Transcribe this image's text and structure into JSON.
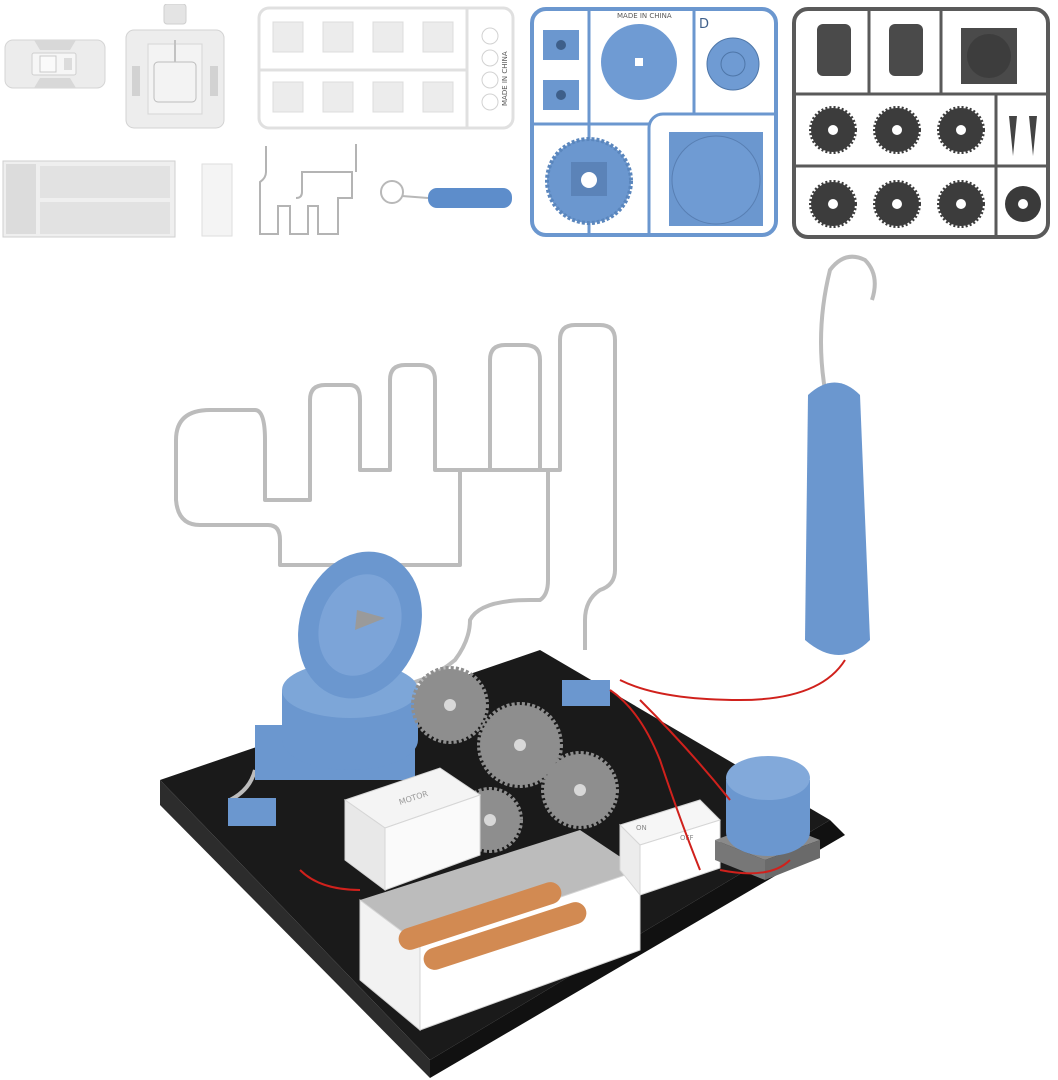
{
  "scene": {
    "subject": "Buzz wire STEM electronics kit",
    "background": "#ffffff"
  },
  "parts_row": {
    "items": [
      {
        "name": "switch-module",
        "color": "#e9e9e9"
      },
      {
        "name": "motor-module",
        "color": "#ebebeb"
      },
      {
        "name": "white-connector-sprue",
        "color": "#f0f0f0",
        "label": "MADE IN CHINA"
      },
      {
        "name": "blue-sprue",
        "color": "#5f8fcb",
        "label": "MADE IN CHINA",
        "tag": "D"
      },
      {
        "name": "gray-gear-sprue",
        "color": "#555555"
      },
      {
        "name": "battery-holder",
        "color": "#e6e6e6"
      },
      {
        "name": "small-cover",
        "color": "#f0f0f0"
      },
      {
        "name": "maze-wire",
        "color": "#bdbdbd"
      },
      {
        "name": "hook-wand",
        "color": "#5f8fcb"
      }
    ]
  },
  "assembly": {
    "base_color": "#1e1e1e",
    "accent_blue": "#6d98d0",
    "wire_color": "#b8b8b8",
    "gear_color": "#8e8e8e",
    "cable_color": "#d0211c",
    "motor_label": "MOTOR",
    "switch_on": "ON",
    "switch_off": "OFF",
    "battery_count": 2
  }
}
